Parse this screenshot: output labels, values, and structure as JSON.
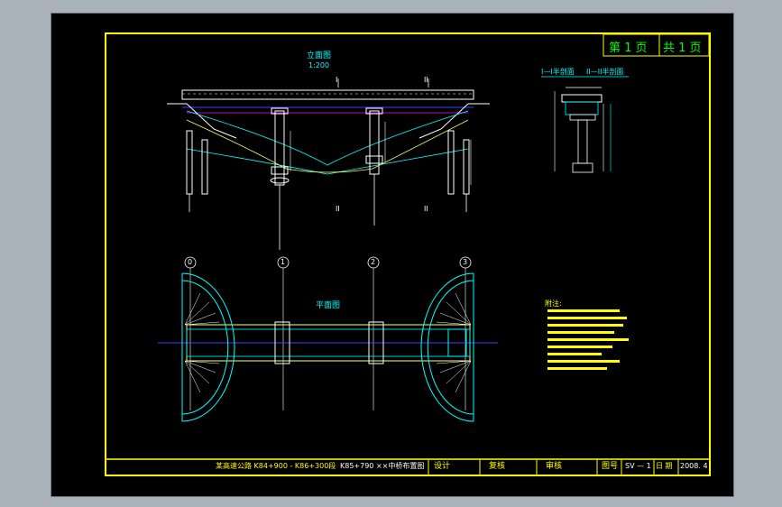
{
  "sheet": {
    "page_label": "第 1 页",
    "total_label": "共 1 页"
  },
  "elevation": {
    "title": "立面图",
    "scale": "1:200",
    "section_mark_left": "I",
    "section_mark_right": "II",
    "section_mark_low_left": "II",
    "section_mark_low_right": "II"
  },
  "section": {
    "title_left": "I—I半剖面",
    "title_right": "II—II半剖面"
  },
  "plan": {
    "title": "平面图",
    "axis_labels": [
      "0",
      "1",
      "2",
      "3"
    ]
  },
  "notes": {
    "label": "附注:"
  },
  "title_block": {
    "project": "某高速公路 K84+900 - K86+300段",
    "drawing_name": "K85+790 ××中桥布置图",
    "design_label": "设计",
    "review_label": "复核",
    "approve_label": "审核",
    "drawing_no_label": "图号",
    "drawing_no": "SV — 1",
    "date_label": "日 期",
    "date": "2008. 4"
  },
  "colors": {
    "frame": "#ffff00",
    "structure": "#ffffff",
    "outline": "#00ffff",
    "road": "#0000ff",
    "accent": "#ff00ff",
    "page_box": "#00ff00"
  }
}
